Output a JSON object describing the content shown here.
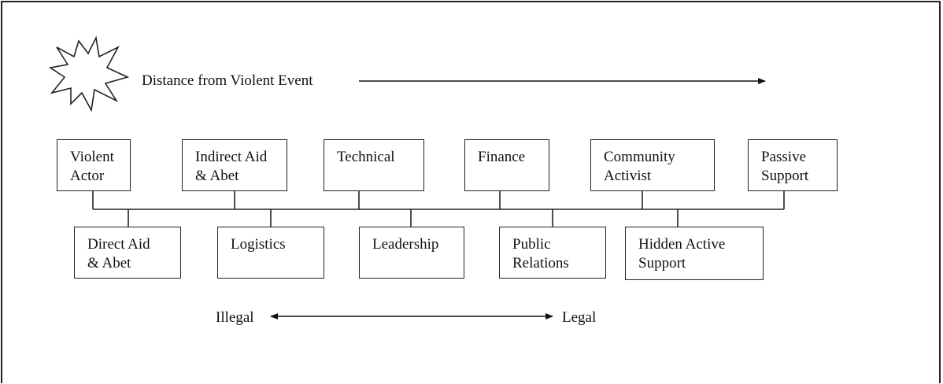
{
  "header": {
    "distance_label": "Distance from Violent Event"
  },
  "roles_top": [
    {
      "label": "Violent\nActor"
    },
    {
      "label": "Indirect Aid\n& Abet"
    },
    {
      "label": "Technical"
    },
    {
      "label": "Finance"
    },
    {
      "label": "Community\nActivist"
    },
    {
      "label": "Passive\nSupport"
    }
  ],
  "roles_bottom": [
    {
      "label": "Direct Aid\n& Abet"
    },
    {
      "label": "Logistics"
    },
    {
      "label": "Leadership"
    },
    {
      "label": "Public\nRelations"
    },
    {
      "label": "Hidden Active\nSupport"
    }
  ],
  "legality_scale": {
    "left_label": "Illegal",
    "right_label": "Legal"
  },
  "icons": {
    "explosion": "explosion-burst-icon"
  }
}
